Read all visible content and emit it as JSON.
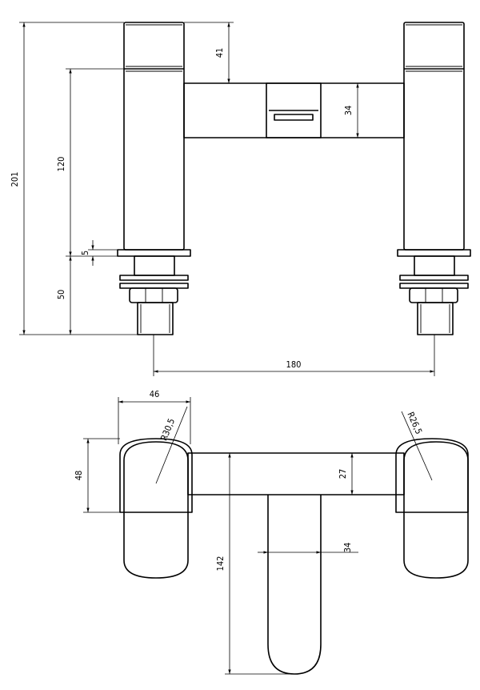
{
  "elevation_view": {
    "dimensions": {
      "overall_height": "201",
      "spout_drop": "41",
      "body_height": "120",
      "flange_thickness": "5",
      "tail_length": "50",
      "bridge_height": "34",
      "centres": "180"
    }
  },
  "plan_view": {
    "dimensions": {
      "body_width": "46",
      "left_radius": "R30,5",
      "right_radius": "R26,5",
      "handle_depth": "48",
      "bridge_depth": "27",
      "spout_projection": "142",
      "spout_width": "34"
    }
  }
}
